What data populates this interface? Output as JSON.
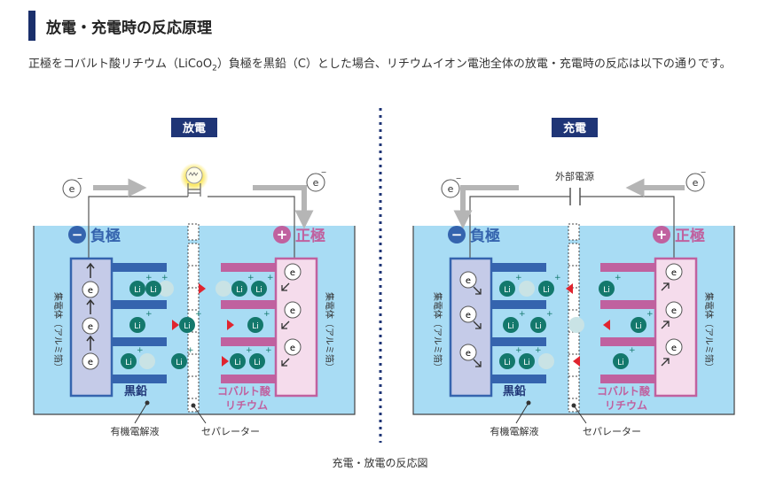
{
  "heading": "放電・充電時の反応原理",
  "intro": {
    "before_sub": "正極をコバルト酸リチウム（LiCoO",
    "sub": "2",
    "after_sub": "）負極を黒鉛（C）とした場合、リチウムイオン電池全体の放電・充電時の反応は以下の通りです。"
  },
  "diagrams": {
    "discharge": {
      "title": "放電",
      "negative": "負極",
      "positive": "正極",
      "collector_left": "集電体（アルミ箔）",
      "collector_right": "集電体（アルミ箔）",
      "graphite": "黒鉛",
      "cobalt_1": "コバルト酸",
      "cobalt_2": "リチウム",
      "electrolyte": "有機電解液",
      "separator": "セパレーター"
    },
    "charge": {
      "title": "充電",
      "power": "外部電源",
      "negative": "負極",
      "positive": "正極",
      "collector_left": "集電体（アルミ箔）",
      "collector_right": "集電体（アルミ箔）",
      "graphite": "黒鉛",
      "cobalt_1": "コバルト酸",
      "cobalt_2": "リチウム",
      "electrolyte": "有機電解液",
      "separator": "セパレーター"
    }
  },
  "symbols": {
    "electron": "e",
    "minus_sup": "−",
    "lithium": "Li",
    "plus_sup": "+",
    "minus": "−",
    "plus": "+"
  },
  "caption": "充電・放電の反応図",
  "colors": {
    "navy": "#1f3576",
    "electrolyte": "#a8dcf4",
    "negative": "#3564ae",
    "positive": "#c0619f",
    "lithium": "#13786c"
  }
}
